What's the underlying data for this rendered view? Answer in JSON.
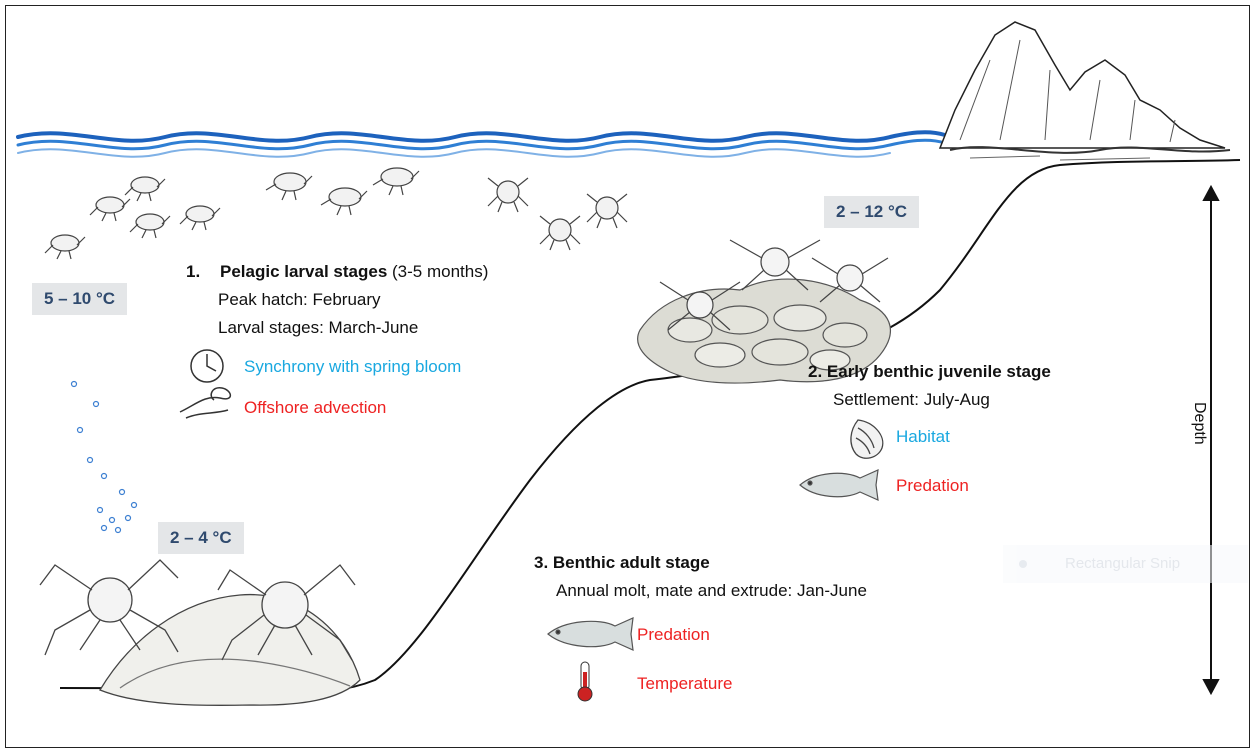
{
  "temperatures": {
    "larval": "5 – 10 °C",
    "juvenile": "2 – 12 °C",
    "adult": "2 – 4 °C"
  },
  "stage1": {
    "number": "1.",
    "title": "Pelagic larval stages",
    "duration": " (3-5 months)",
    "line1": "Peak hatch: February",
    "line2": "Larval stages: March-June",
    "factor_positive": "Synchrony with spring bloom",
    "factor_negative": "Offshore advection",
    "icon_positive": "clock-icon",
    "icon_negative": "current-swirl-icon"
  },
  "stage2": {
    "title": "2. Early benthic juvenile stage",
    "line1": "Settlement: July-Aug",
    "factor_positive": "Habitat",
    "factor_negative": "Predation",
    "icon_positive": "shell-icon",
    "icon_negative": "fish-icon"
  },
  "stage3": {
    "title": "3. Benthic adult stage",
    "line1": "Annual molt, mate and extrude: Jan-June",
    "factor_negative1": "Predation",
    "factor_negative2": "Temperature",
    "icon_negative1": "fish-icon",
    "icon_negative2": "thermometer-icon"
  },
  "axis": {
    "depth_label": "Depth"
  },
  "overlay": {
    "snip_label": "Rectangular Snip"
  },
  "colors": {
    "positive_factor": "#19a8e0",
    "negative_factor": "#ee2222",
    "temperature_box": "#e4e6e8",
    "temperature_text": "#2f4a6e",
    "wave": "#1a5fb4"
  }
}
